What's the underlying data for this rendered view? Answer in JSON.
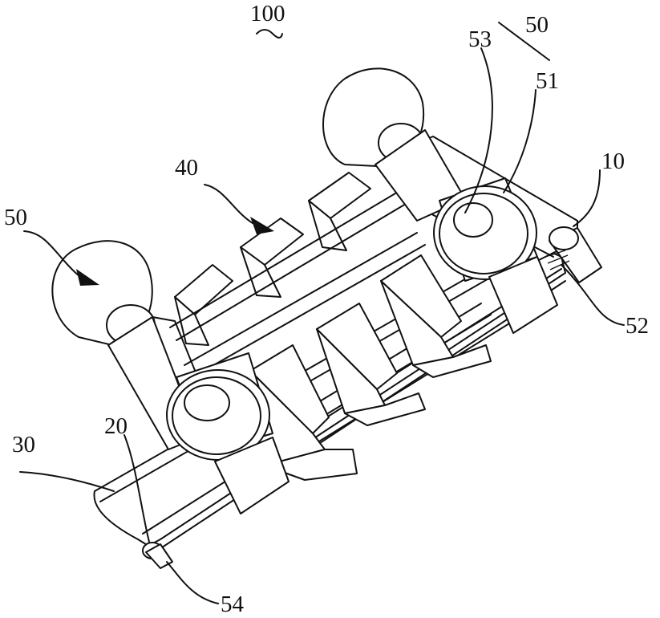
{
  "figure": {
    "labels": {
      "main": "100",
      "adjuster_a": "50",
      "adjuster_b": "50",
      "hub": "53",
      "cup": "51",
      "frame": "10",
      "roller": "40",
      "clip": "52",
      "base": "30",
      "rail": "20",
      "axle_end": "54"
    },
    "colors": {
      "ink": "#111111",
      "paper": "#ffffff"
    }
  }
}
